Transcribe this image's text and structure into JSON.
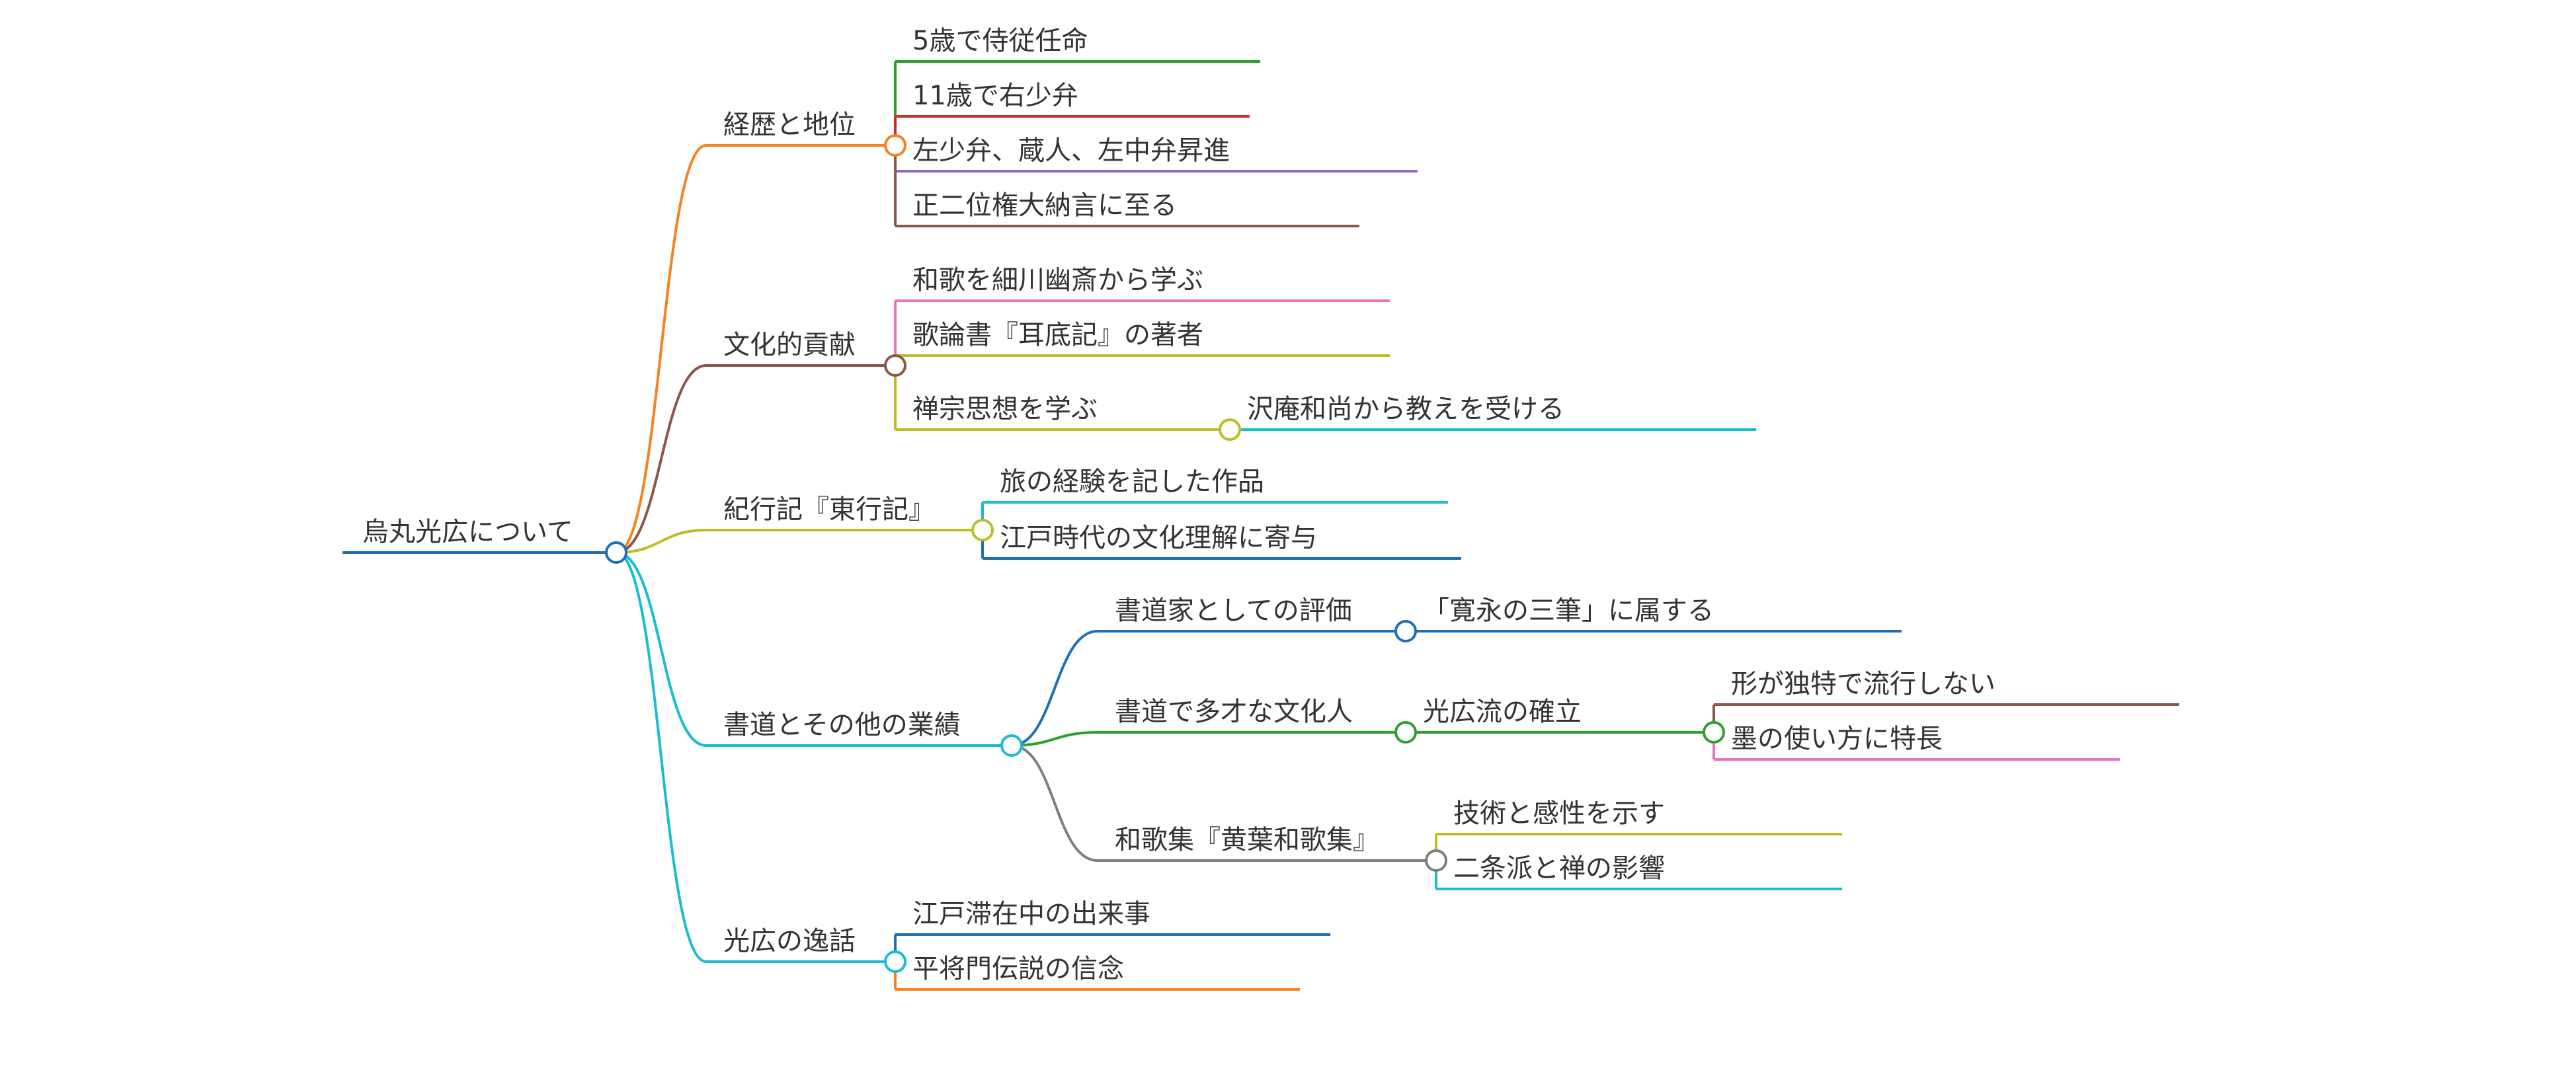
{
  "mindmap": {
    "root": {
      "label": "烏丸光広について",
      "color": "#1f6fb5",
      "children": [
        {
          "label": "経歴と地位",
          "color": "#f58220",
          "children": [
            {
              "label": "5歳で侍従任命",
              "color": "#2ca02c"
            },
            {
              "label": "11歳で右少弁",
              "color": "#d62728"
            },
            {
              "label": "左少弁、蔵人、左中弁昇進",
              "color": "#9467bd"
            },
            {
              "label": "正二位権大納言に至る",
              "color": "#8c564b"
            }
          ]
        },
        {
          "label": "文化的貢献",
          "color": "#8c564b",
          "children": [
            {
              "label": "和歌を細川幽斎から学ぶ",
              "color": "#e377c2"
            },
            {
              "label": "歌論書『耳底記』の著者",
              "color": "#bcbd22"
            },
            {
              "label": "禅宗思想を学ぶ",
              "color": "#bcbd22",
              "children": [
                {
                  "label": "沢庵和尚から教えを受ける",
                  "color": "#17becf"
                }
              ]
            }
          ]
        },
        {
          "label": "紀行記『東行記』",
          "color": "#bcbd22",
          "children": [
            {
              "label": "旅の経験を記した作品",
              "color": "#17becf"
            },
            {
              "label": "江戸時代の文化理解に寄与",
              "color": "#1f6fb5"
            }
          ]
        },
        {
          "label": "書道とその他の業績",
          "color": "#17becf",
          "children": [
            {
              "label": "書道家としての評価",
              "color": "#1f6fb5",
              "children": [
                {
                  "label": "「寛永の三筆」に属する",
                  "color": "#1f6fb5"
                }
              ]
            },
            {
              "label": "書道で多才な文化人",
              "color": "#2ca02c",
              "children": [
                {
                  "label": "光広流の確立",
                  "color": "#2ca02c",
                  "children": [
                    {
                      "label": "形が独特で流行しない",
                      "color": "#8c564b"
                    },
                    {
                      "label": "墨の使い方に特長",
                      "color": "#e377c2"
                    }
                  ]
                }
              ]
            },
            {
              "label": "和歌集『黄葉和歌集』",
              "color": "#7f7f7f",
              "children": [
                {
                  "label": "技術と感性を示す",
                  "color": "#bcbd22"
                },
                {
                  "label": "二条派と禅の影響",
                  "color": "#17becf"
                }
              ]
            }
          ]
        },
        {
          "label": "光広の逸話",
          "color": "#17becf",
          "children": [
            {
              "label": "江戸滞在中の出来事",
              "color": "#1f6fb5"
            },
            {
              "label": "平将門伝説の信念",
              "color": "#f58220"
            }
          ]
        }
      ]
    }
  }
}
